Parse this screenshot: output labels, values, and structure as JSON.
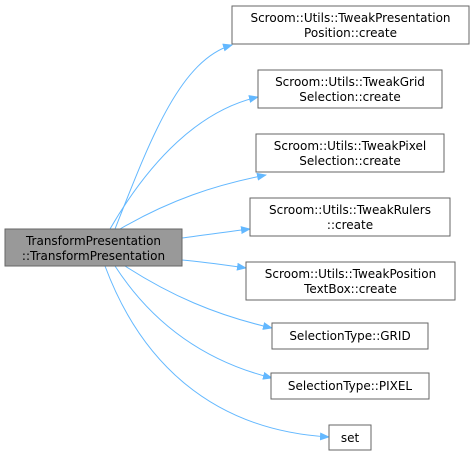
{
  "colors": {
    "edge": "#63b8ff",
    "node_border": "#666666",
    "node_fill": "#ffffff",
    "root_fill": "#999999",
    "text": "#000000"
  },
  "root": {
    "line1": "TransformPresentation",
    "line2": "::TransformPresentation"
  },
  "callees": [
    {
      "line1": "Scroom::Utils::TweakPresentation",
      "line2": "Position::create"
    },
    {
      "line1": "Scroom::Utils::TweakGrid",
      "line2": "Selection::create"
    },
    {
      "line1": "Scroom::Utils::TweakPixel",
      "line2": "Selection::create"
    },
    {
      "line1": "Scroom::Utils::TweakRulers",
      "line2": "::create"
    },
    {
      "line1": "Scroom::Utils::TweakPosition",
      "line2": "TextBox::create"
    },
    {
      "line1": "SelectionType::GRID",
      "line2": ""
    },
    {
      "line1": "SelectionType::PIXEL",
      "line2": ""
    },
    {
      "line1": "set",
      "line2": ""
    }
  ]
}
